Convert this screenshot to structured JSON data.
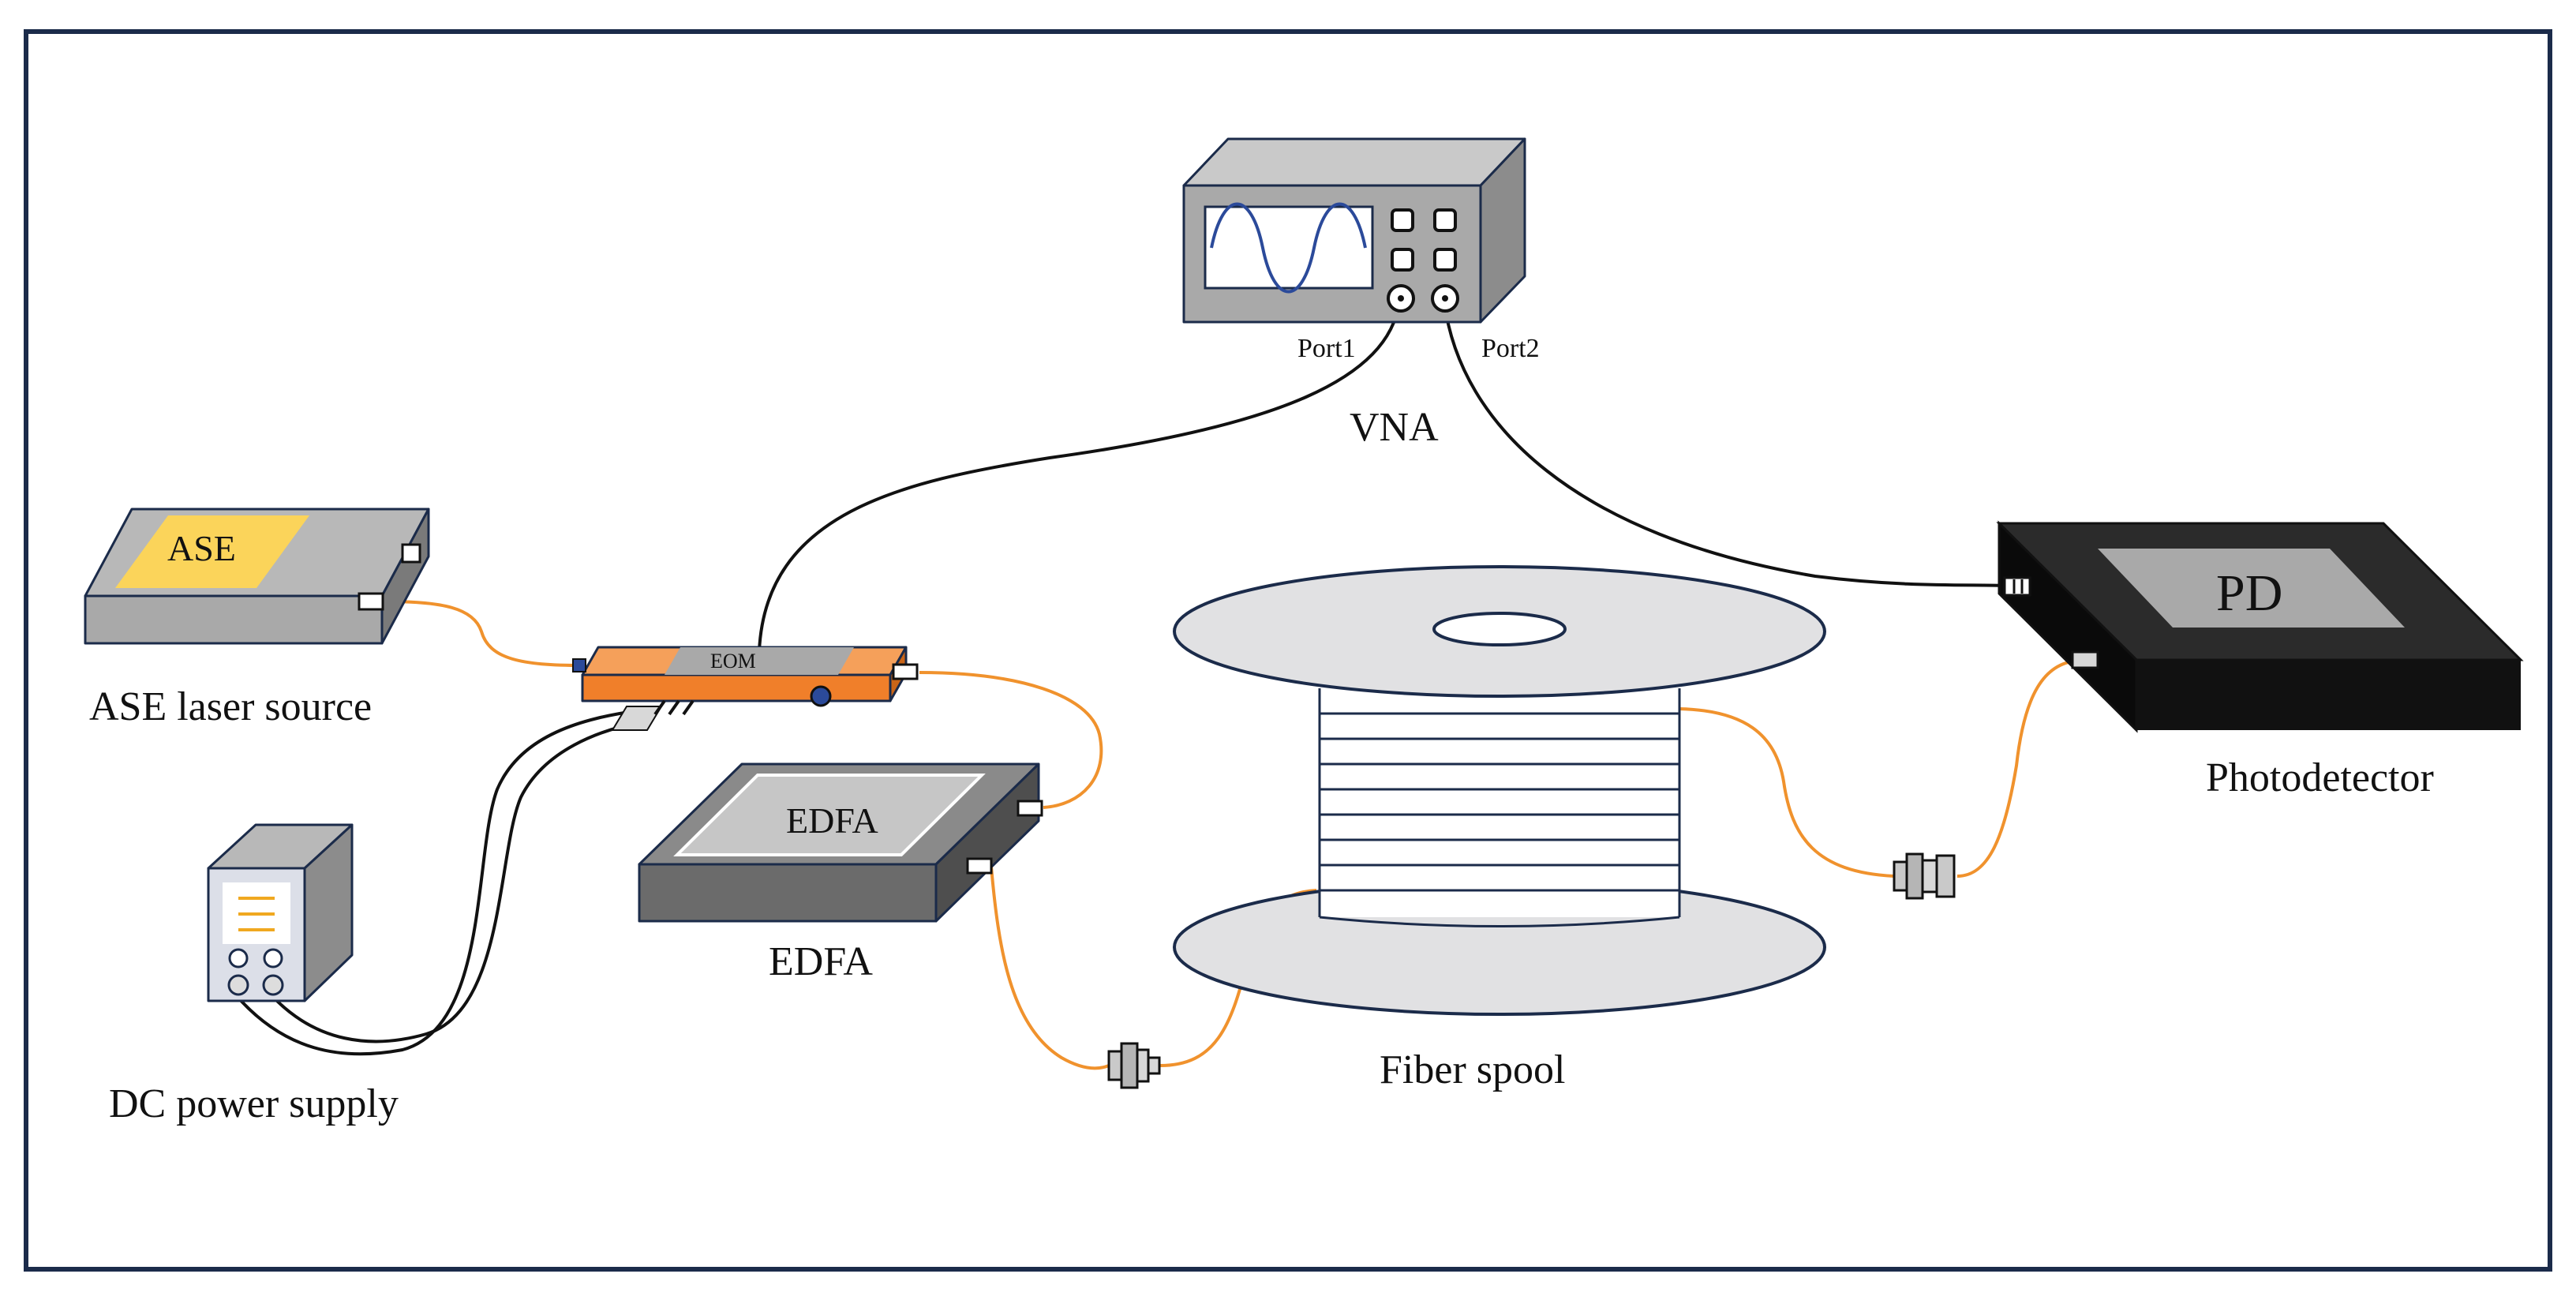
{
  "labels": {
    "vna": "VNA",
    "port1": "Port1",
    "port2": "Port2",
    "ase_tag": "ASE",
    "ase_caption": "ASE laser source",
    "eom_tag": "EOM",
    "edfa_tag": "EDFA",
    "edfa_caption": "EDFA",
    "pd_tag": "PD",
    "pd_caption": "Photodetector",
    "dc_caption": "DC power supply",
    "spool_caption": "Fiber spool"
  },
  "colors": {
    "frame": "#1b2b4a",
    "fiber": "#f0922d",
    "cable": "#111111",
    "ase_panel": "#fbd45a",
    "eom_body": "#f07f2a",
    "device_gray": "#a9a9a9",
    "edfa_dark": "#6b6b6b",
    "pd_black": "#1c1c1c",
    "spool_gray": "#e1e1e3"
  }
}
